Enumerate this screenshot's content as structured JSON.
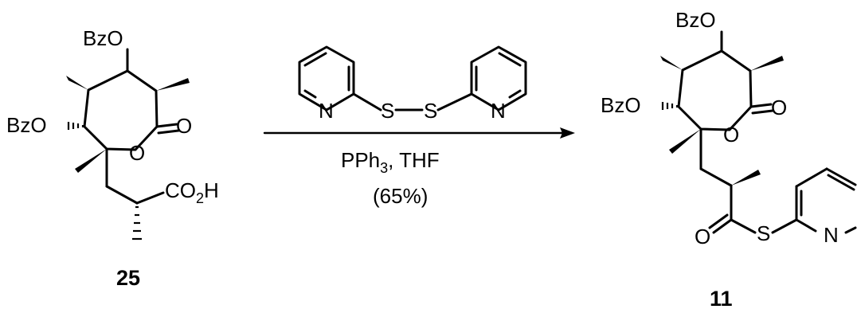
{
  "scheme": {
    "starting_material": {
      "number": "25",
      "substituent_top": "BzO",
      "substituent_left": "BzO",
      "ring_oxygen": "O",
      "carbonyl_oxygen": "O",
      "acid_group": {
        "main": "CO",
        "subscript": "2",
        "tail": "H"
      }
    },
    "reagents": {
      "reagent_atoms": {
        "n_left": "N",
        "s_left": "S",
        "s_right": "S",
        "n_right": "N"
      },
      "line1": {
        "main": "PPh",
        "subscript": "3",
        "tail": ", THF"
      },
      "yield": "(65%)"
    },
    "product": {
      "number": "11",
      "substituent_top": "BzO",
      "substituent_left": "BzO",
      "ring_oxygen": "O",
      "carbonyl_oxygen": "O",
      "thioester_oxygen": "O",
      "thioester_sulfur": "S",
      "pyridine_nitrogen": "N"
    }
  }
}
